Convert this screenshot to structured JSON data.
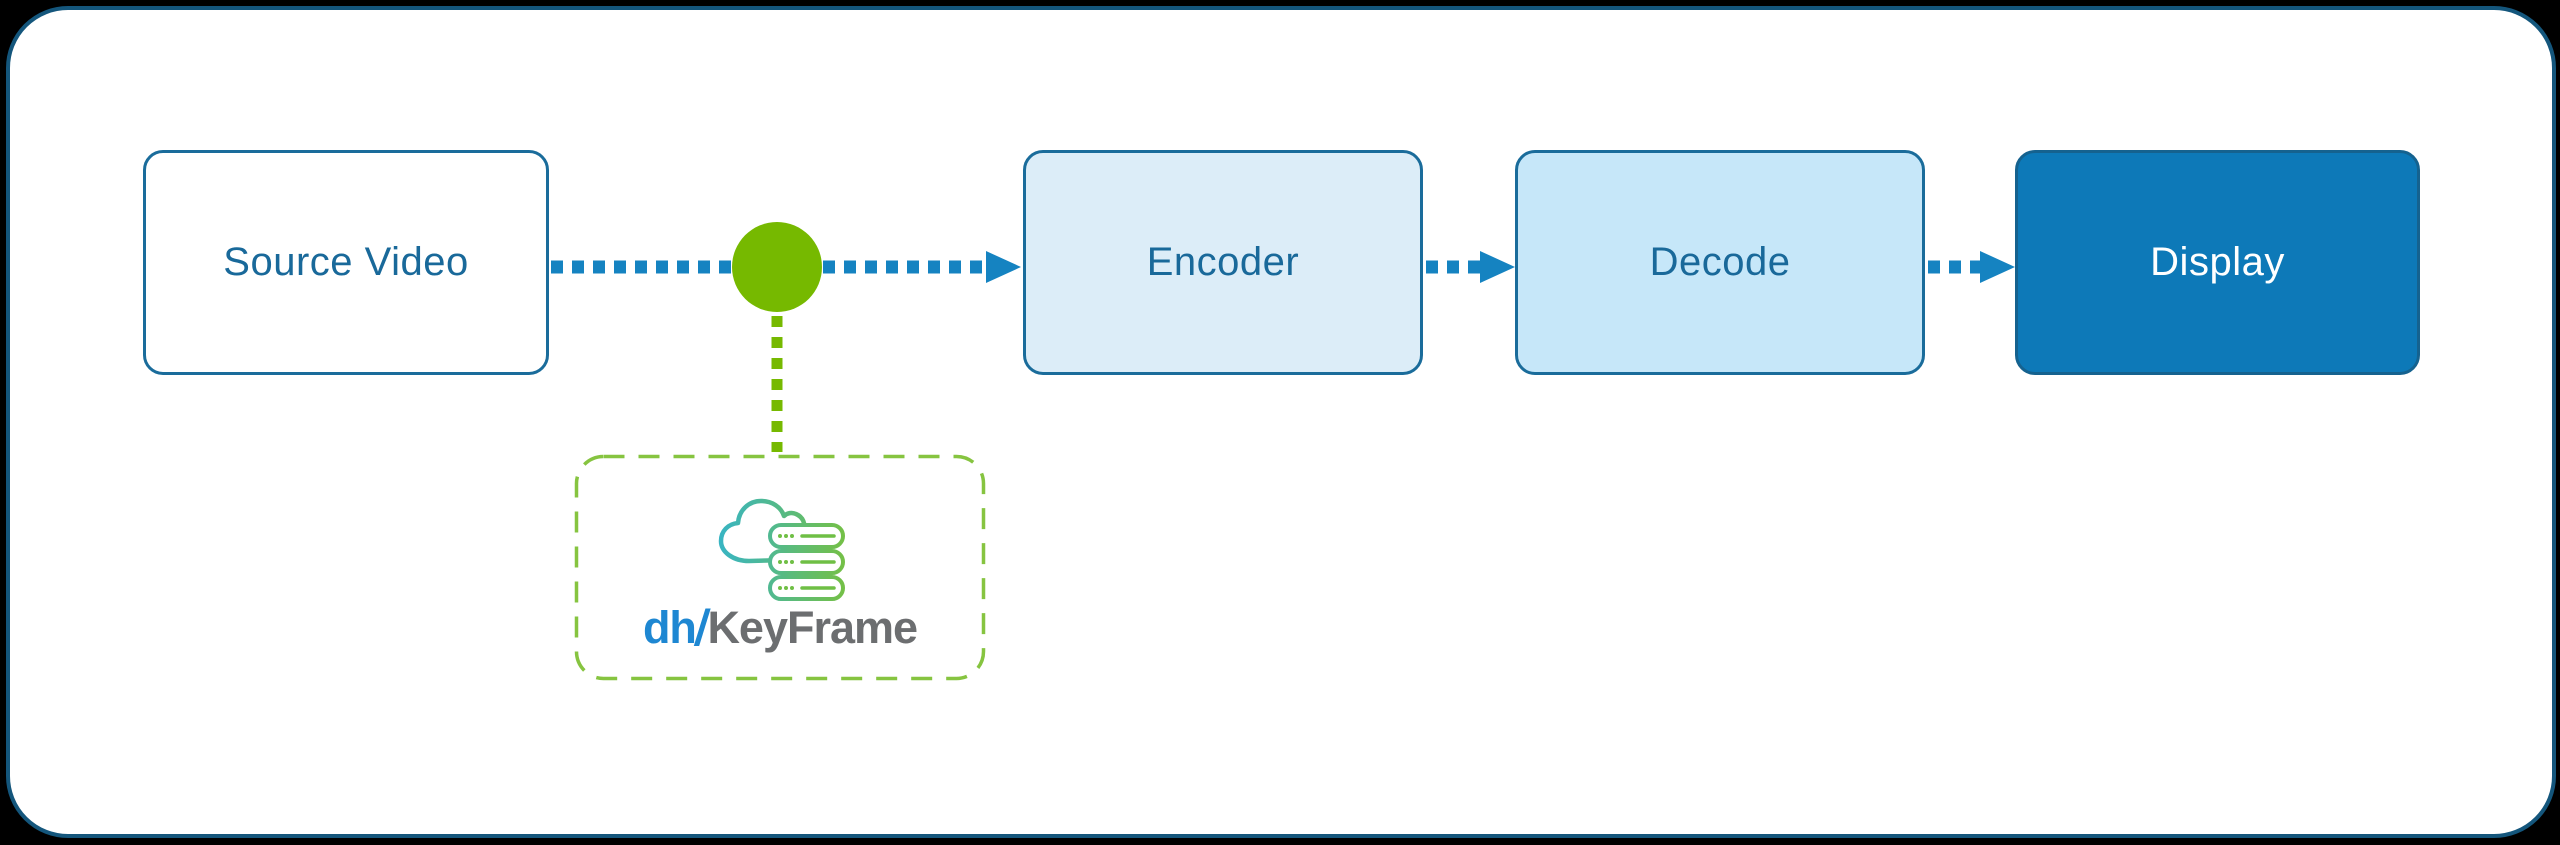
{
  "frame": {
    "outer_background": "#000000",
    "card_background": "#ffffff",
    "card_border_color": "#14567c"
  },
  "diagram": {
    "nodes": [
      {
        "id": "source-video",
        "label": "Source Video",
        "fill": "#ffffff",
        "text_color": "#19699a"
      },
      {
        "id": "encoder",
        "label": "Encoder",
        "fill": "#dcedf8",
        "text_color": "#19699a"
      },
      {
        "id": "decode",
        "label": "Decode",
        "fill": "#c6e7f9",
        "text_color": "#19699a"
      },
      {
        "id": "display",
        "label": "Display",
        "fill": "#0d79b8",
        "text_color": "#ffffff"
      }
    ],
    "connectors": [
      {
        "from": "source-video",
        "to": "encoder",
        "style": "dotted-arrow",
        "via": "keyframe-junction"
      },
      {
        "from": "encoder",
        "to": "decode",
        "style": "dotted-arrow"
      },
      {
        "from": "decode",
        "to": "display",
        "style": "dotted-arrow"
      },
      {
        "from": "keyframe-junction",
        "to": "keyframe-service",
        "style": "dotted-line"
      }
    ],
    "colors": {
      "connector_blue": "#1583c1",
      "junction_green": "#76b900",
      "dashed_box_green": "#86c440",
      "node_border_blue": "#1a6c9b"
    },
    "keyframe": {
      "icon": "cloud-server-stack-icon",
      "icon_gradient_start": "#35b4c9",
      "icon_gradient_end": "#76c043",
      "brand_prefix": "dh",
      "brand_slash": "/",
      "brand_name": "KeyFrame",
      "brand_prefix_color": "#1e87d2",
      "brand_name_color": "#6c6e70"
    }
  }
}
